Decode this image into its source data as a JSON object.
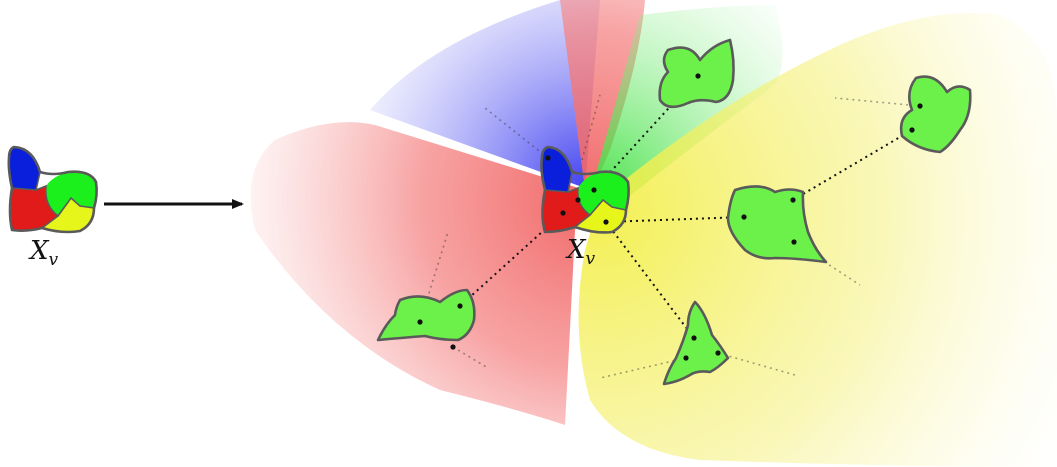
{
  "labels": {
    "left_vertex": "X",
    "left_vertex_subscript": "v",
    "center_vertex": "X",
    "center_vertex_subscript": "v"
  },
  "colors": {
    "blue_region": "#0a1fdc",
    "red_region": "#e11a1a",
    "green_region": "#1cf01c",
    "yellow_region": "#e6f51a",
    "light_green_blob": "#6cf04a",
    "outline": "#5a5a5a",
    "blue_fan": "#5a5af5",
    "red_fan": "#f57a7a",
    "green_fan": "#7af07a",
    "yellow_fan": "#f5f06a",
    "edge": "#111111"
  },
  "arrow": {
    "direction": "right"
  }
}
